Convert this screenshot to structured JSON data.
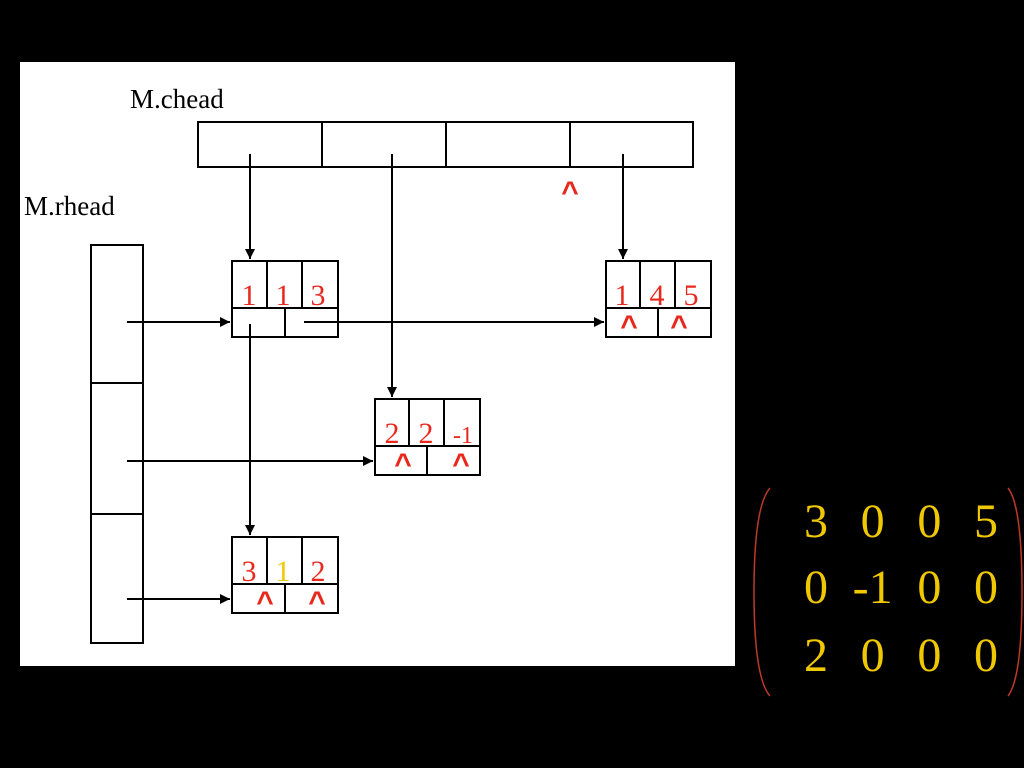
{
  "labels": {
    "chead": "M.chead",
    "rhead": "M.rhead"
  },
  "null_symbol": "^",
  "nodes": [
    {
      "id": "n11",
      "row": "1",
      "col": "1",
      "val": "3"
    },
    {
      "id": "n14",
      "row": "1",
      "col": "4",
      "val": "5"
    },
    {
      "id": "n22",
      "row": "2",
      "col": "2",
      "val": "-1"
    },
    {
      "id": "n31",
      "row": "3",
      "col": "1",
      "val": "2"
    }
  ],
  "matrix": [
    [
      "3",
      "0",
      "0",
      "5"
    ],
    [
      "0",
      "-1",
      "0",
      "0"
    ],
    [
      "2",
      "0",
      "0",
      "0"
    ]
  ],
  "colors": {
    "background": "#000000",
    "panel": "#ffffff",
    "node_text": "#e8281c",
    "highlight": "#f0c800"
  }
}
